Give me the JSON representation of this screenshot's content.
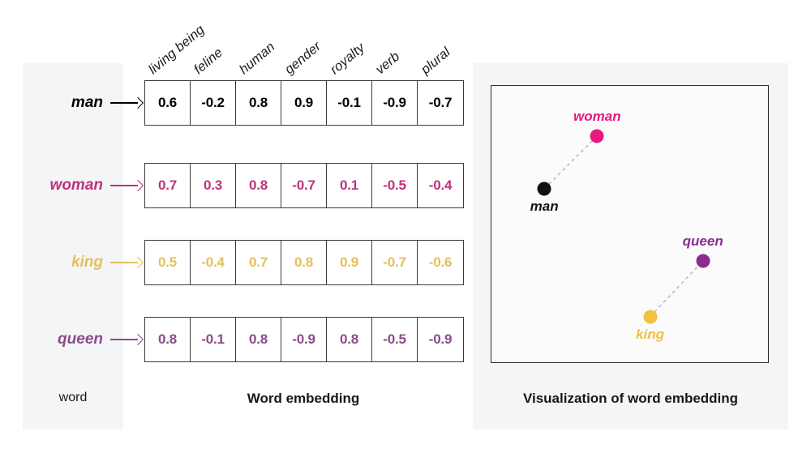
{
  "figure": {
    "background": "#ffffff",
    "panel_background": "#f4f5f7"
  },
  "columns": [
    "living being",
    "feline",
    "human",
    "gender",
    "royalty",
    "verb",
    "plural"
  ],
  "captions": {
    "word": "word",
    "embedding": "Word embedding",
    "visualization": "Visualization of word embedding"
  },
  "colors": {
    "man": "#000000",
    "woman": "#c0307d",
    "king": "#e3c05b",
    "queen": "#8c4a8c",
    "dot_man": "#111111",
    "dot_woman": "#e5197f",
    "dot_king": "#f0c142",
    "dot_queen": "#8e2b8e",
    "cell_border": "#3b3b3b",
    "plot_border": "#2d2d2d",
    "connector": "#b9bbbe"
  },
  "rows": [
    {
      "word": "man",
      "color": "#000000",
      "values": [
        "0.6",
        "-0.2",
        "0.8",
        "0.9",
        "-0.1",
        "-0.9",
        "-0.7"
      ]
    },
    {
      "word": "woman",
      "color": "#c0307d",
      "values": [
        "0.7",
        "0.3",
        "0.8",
        "-0.7",
        "0.1",
        "-0.5",
        "-0.4"
      ]
    },
    {
      "word": "king",
      "color": "#e3c05b",
      "values": [
        "0.5",
        "-0.4",
        "0.7",
        "0.8",
        "0.9",
        "-0.7",
        "-0.6"
      ]
    },
    {
      "word": "queen",
      "color": "#8c4a8c",
      "values": [
        "0.8",
        "-0.1",
        "0.8",
        "-0.9",
        "0.8",
        "-0.5",
        "-0.9"
      ]
    }
  ],
  "chart_data": {
    "type": "scatter",
    "title": "Visualization of word embedding",
    "xlabel": "",
    "ylabel": "",
    "xlim": [
      0,
      100
    ],
    "ylim": [
      0,
      100
    ],
    "grid": false,
    "legend": "none",
    "points": [
      {
        "label": "man",
        "x": 19,
        "y": 63,
        "color": "#111111",
        "label_pos": "below"
      },
      {
        "label": "woman",
        "x": 38,
        "y": 82,
        "color": "#e5197f",
        "label_pos": "above"
      },
      {
        "label": "king",
        "x": 57,
        "y": 17,
        "color": "#f0c142",
        "label_pos": "below"
      },
      {
        "label": "queen",
        "x": 76,
        "y": 37,
        "color": "#8e2b8e",
        "label_pos": "above"
      }
    ],
    "connections": [
      {
        "from": "man",
        "to": "woman",
        "style": "dashed",
        "color": "#b9bbbe"
      },
      {
        "from": "king",
        "to": "queen",
        "style": "dashed",
        "color": "#b9bbbe"
      }
    ]
  }
}
